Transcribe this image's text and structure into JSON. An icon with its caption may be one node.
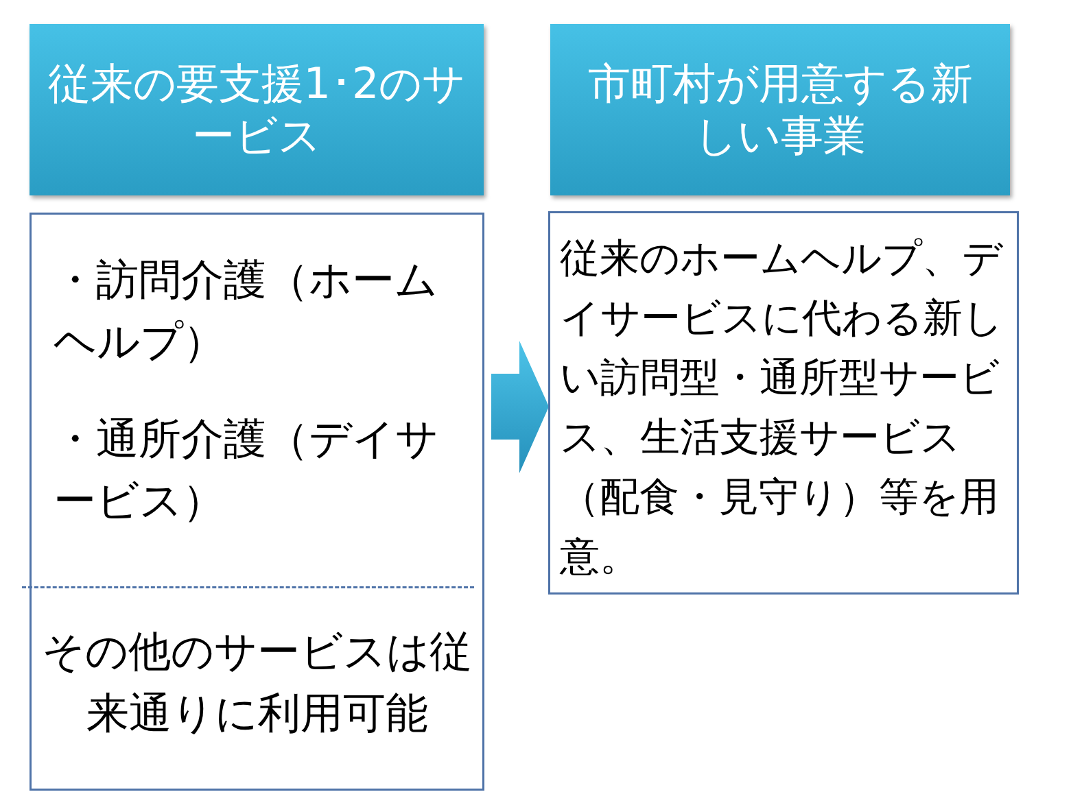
{
  "diagram": {
    "nodes": [
      {
        "text": [
          "従来の要支援1･2のサービス"
        ]
      },
      {
        "text": [
          "市町村が用意する新しい事業"
        ]
      },
      {
        "text": [
          "・訪問介護（ホームヘルプ）",
          "・通所介護（デイサービス）",
          "その他のサービスは従来通りに利用可能"
        ]
      },
      {
        "text": [
          "従来のホームヘルプ、デイサービスに代わる新しい訪問型・通所型サービス、生活支援サービス（配食・見守り）等を用意。"
        ]
      }
    ],
    "edges": [
      {
        "from": 2,
        "to": 3,
        "arrow": "to"
      }
    ]
  }
}
